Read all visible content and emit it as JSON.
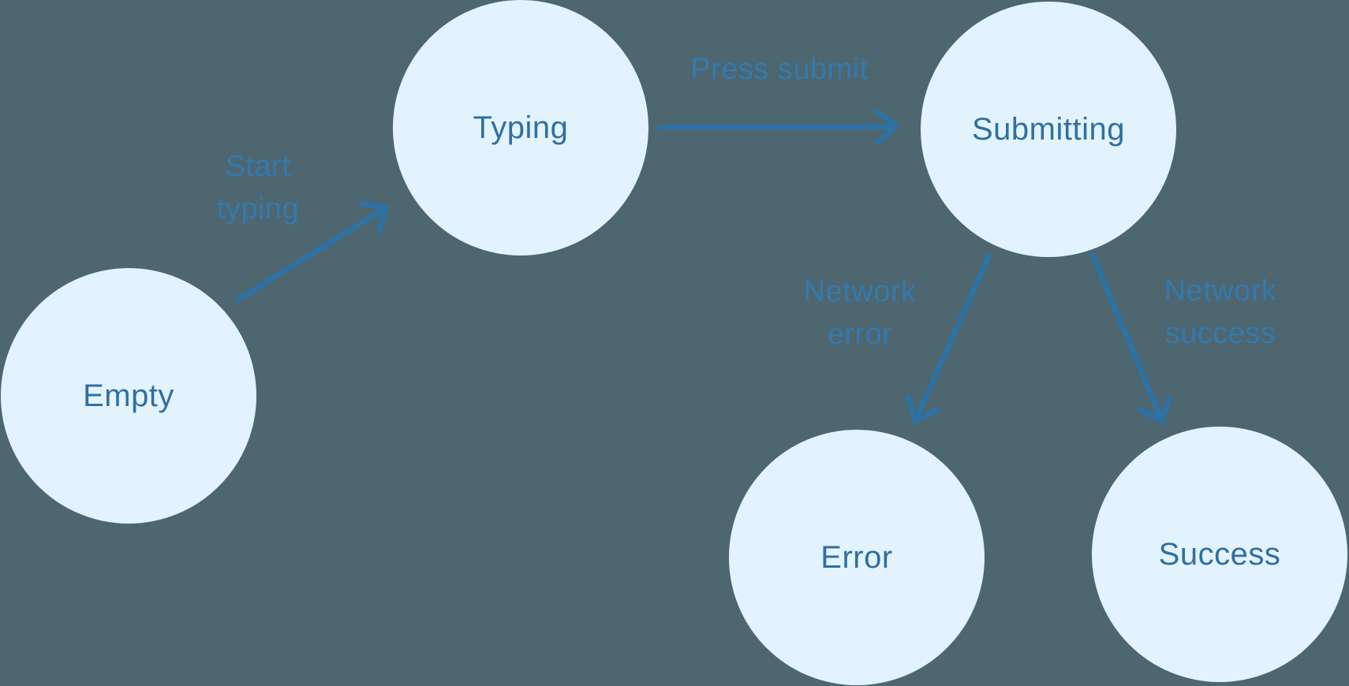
{
  "diagram": {
    "type": "state-machine",
    "background_color": "#4D6670",
    "node_fill_color": "#E3F3FD",
    "node_text_color": "#2F70A1",
    "arrow_color": "#2E72A3",
    "edge_label_color": "#3379AD",
    "nodes": [
      {
        "id": "empty",
        "label": "Empty"
      },
      {
        "id": "typing",
        "label": "Typing"
      },
      {
        "id": "submitting",
        "label": "Submitting"
      },
      {
        "id": "error",
        "label": "Error"
      },
      {
        "id": "success",
        "label": "Success"
      }
    ],
    "edges": [
      {
        "from": "empty",
        "to": "typing",
        "label": "Start typing",
        "label_lines": [
          "Start",
          "typing"
        ]
      },
      {
        "from": "typing",
        "to": "submitting",
        "label": "Press submit",
        "label_lines": [
          "Press submit"
        ]
      },
      {
        "from": "submitting",
        "to": "error",
        "label": "Network error",
        "label_lines": [
          "Network",
          "error"
        ]
      },
      {
        "from": "submitting",
        "to": "success",
        "label": "Network success",
        "label_lines": [
          "Network",
          "success"
        ]
      }
    ]
  }
}
